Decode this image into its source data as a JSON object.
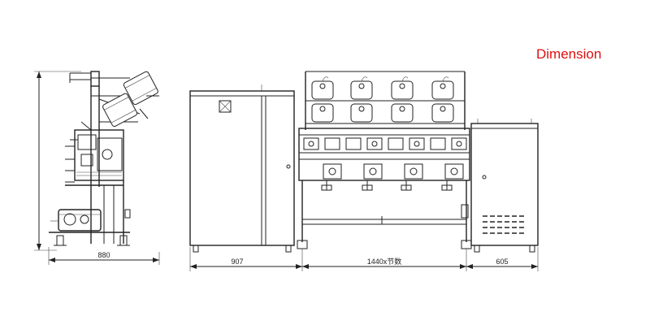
{
  "title": {
    "text": "Dimension",
    "color": "#e01010"
  },
  "dimensions": {
    "side_depth": "880",
    "cabinet_width": "907",
    "spindle_section_width": "1440x节数",
    "end_cabinet_width": "605"
  },
  "views": {
    "side_view": "side-elevation",
    "front_view": "front-elevation"
  },
  "front_machine": {
    "bobbins_per_row": 4,
    "bobbin_rows": 2,
    "spindle_units": 4
  }
}
